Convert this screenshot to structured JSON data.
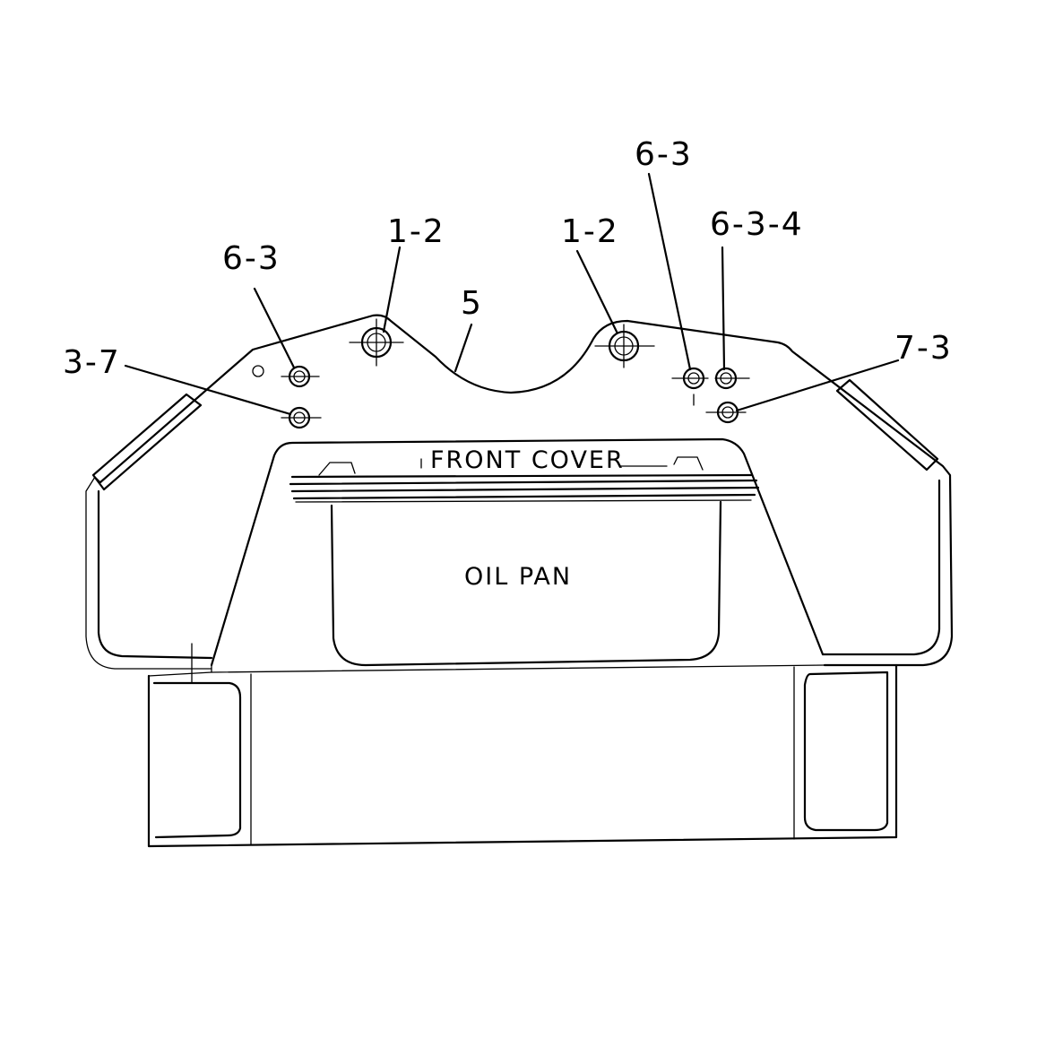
{
  "parts": {
    "front_cover": "FRONT COVER",
    "oil_pan": "OIL PAN"
  },
  "callouts": [
    {
      "id": "callout-1-2-left",
      "text": "1-2"
    },
    {
      "id": "callout-1-2-right",
      "text": "1-2"
    },
    {
      "id": "callout-5",
      "text": "5"
    },
    {
      "id": "callout-6-3-left",
      "text": "6-3"
    },
    {
      "id": "callout-6-3-right",
      "text": "6-3"
    },
    {
      "id": "callout-6-3-4",
      "text": "6-3-4"
    },
    {
      "id": "callout-3-7",
      "text": "3-7"
    },
    {
      "id": "callout-7-3",
      "text": "7-3"
    }
  ],
  "colors": {
    "line": "#000000",
    "background": "#ffffff"
  }
}
